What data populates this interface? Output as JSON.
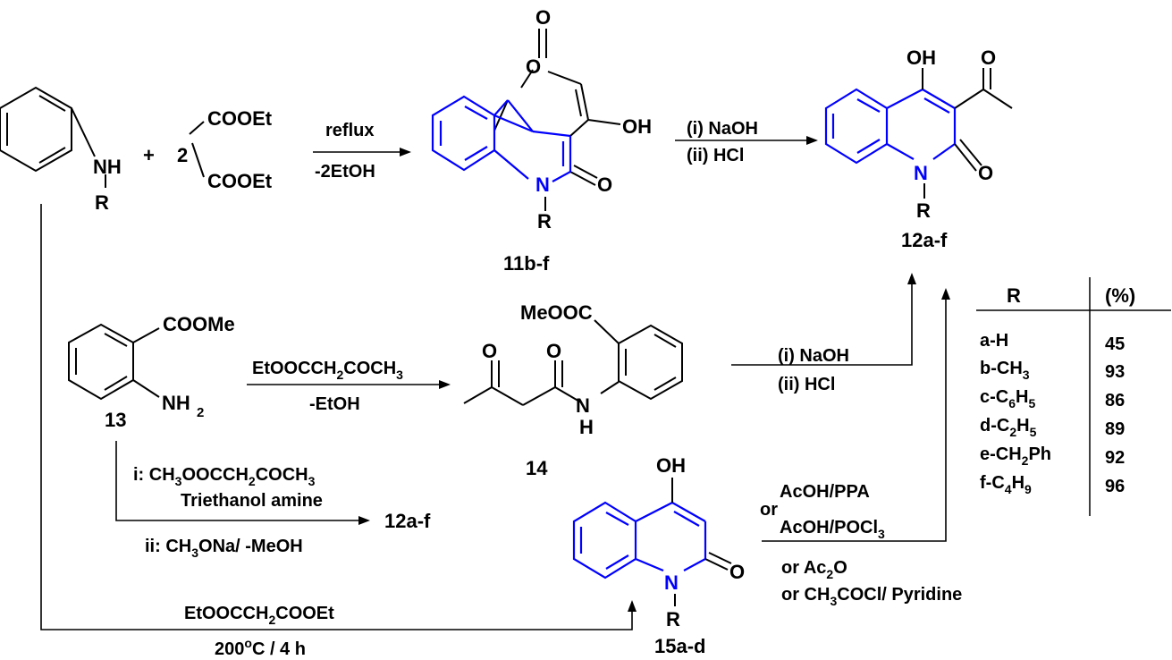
{
  "reactants": {
    "amine_nh": "NH",
    "amine_r": "R",
    "plus": "+",
    "coefficient": "2",
    "malonate_top": "COOEt",
    "malonate_bottom": "COOEt"
  },
  "reaction1": {
    "condition_top": "reflux",
    "condition_bottom": "-2EtOH"
  },
  "compound11": {
    "atom_o_ring": "O",
    "atom_o_top": "O",
    "atom_oh": "OH",
    "atom_n": "N",
    "atom_o_carbonyl": "O",
    "atom_r": "R",
    "label": "11b-f"
  },
  "reaction2": {
    "step1": "(i) NaOH",
    "step2": "(ii) HCl"
  },
  "compound12": {
    "atom_oh": "OH",
    "atom_o_acetyl": "O",
    "atom_n": "N",
    "atom_o_carbonyl": "O",
    "atom_r": "R",
    "label": "12a-f"
  },
  "compound13": {
    "ester": "COOMe",
    "amine_nh": "NH",
    "amine_sub": "2",
    "label": "13"
  },
  "reaction3": {
    "reagent": [
      "EtOOCCH",
      "2",
      "COCH",
      "3"
    ],
    "byproduct": "-EtOH"
  },
  "compound14": {
    "ester": "MeOOC",
    "atom_o1": "O",
    "atom_o2": "O",
    "atom_n": "N",
    "atom_h": "H",
    "label": "14"
  },
  "reaction4": {
    "step1": "(i) NaOH",
    "step2": "(ii) HCl"
  },
  "reaction5": {
    "step1": [
      "i: CH",
      "3",
      "OOCCH",
      "2",
      "COCH",
      "3"
    ],
    "step1_extra": "Triethanol amine",
    "step2": [
      "ii: CH",
      "3",
      "ONa/ -MeOH"
    ],
    "product": "12a-f"
  },
  "compound15": {
    "atom_oh": "OH",
    "atom_n": "N",
    "atom_o": "O",
    "atom_r": "R",
    "label": "15a-d"
  },
  "reaction6": {
    "reagent": [
      "EtOOCCH",
      "2",
      "COOEt"
    ],
    "condition_value": "200",
    "condition_sup": "o",
    "condition_rest": "C / 4 h"
  },
  "reaction7": {
    "or1": "or",
    "option1": "AcOH/PPA",
    "option2": [
      "AcOH/POCl",
      "3"
    ],
    "option3": [
      "or  Ac",
      "2",
      "O"
    ],
    "option4": [
      "or CH",
      "3",
      "COCl/ Pyridine"
    ]
  },
  "yield_table": {
    "headers": [
      "R",
      "(%)"
    ],
    "rows": [
      {
        "r": [
          "a-H"
        ],
        "yield": "45"
      },
      {
        "r": [
          "b-CH",
          "3"
        ],
        "yield": "93"
      },
      {
        "r": [
          "c-C",
          "6",
          "H",
          "5"
        ],
        "yield": "86"
      },
      {
        "r": [
          "d-C",
          "2",
          "H",
          "5"
        ],
        "yield": "89"
      },
      {
        "r": [
          "e-CH",
          "2",
          "Ph"
        ],
        "yield": "92"
      },
      {
        "r": [
          "f-C",
          "4",
          "H",
          "9"
        ],
        "yield": "96"
      }
    ]
  }
}
